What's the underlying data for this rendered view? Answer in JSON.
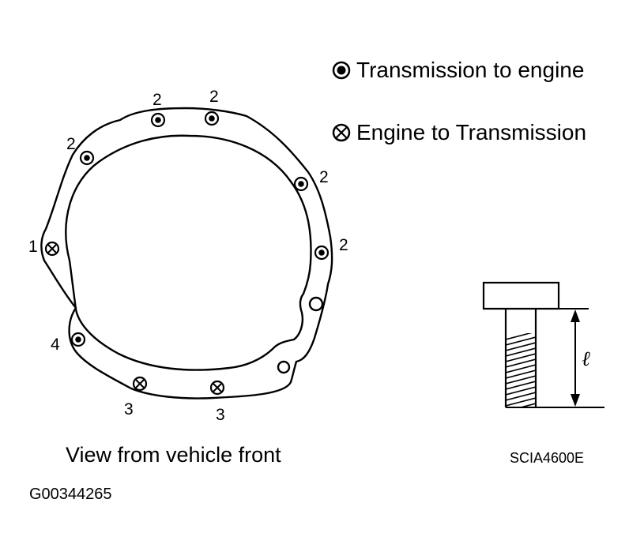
{
  "legend": {
    "transmission_to_engine": "Transmission to engine",
    "engine_to_transmission": "Engine to Transmission"
  },
  "bolt_labels": {
    "top_left": "2",
    "top_right": "2",
    "upper_left": "2",
    "right_upper": "2",
    "right_middle": "2",
    "left": "1",
    "lower_left": "4",
    "bottom_left": "3",
    "bottom_right": "3"
  },
  "caption": "View from vehicle front",
  "reference_code": "SCIA4600E",
  "figure_id": "G00344265",
  "dimension_symbol": "ℓ"
}
